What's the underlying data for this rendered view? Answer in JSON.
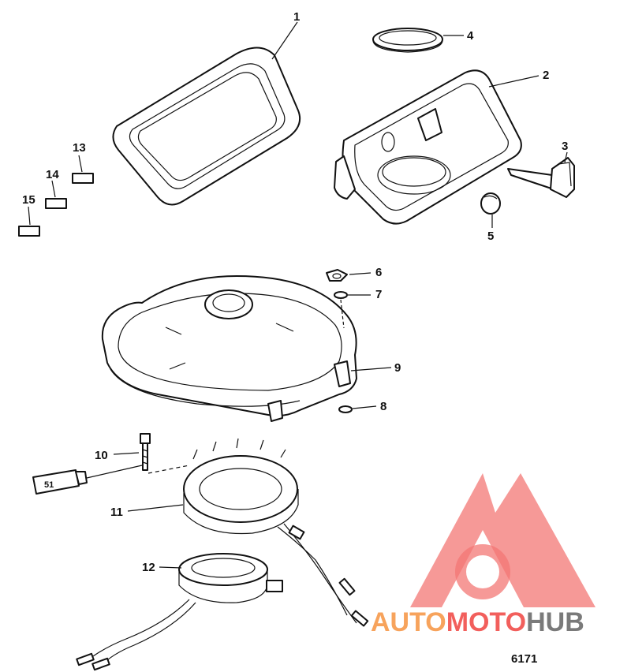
{
  "callouts": [
    "1",
    "2",
    "3",
    "4",
    "5",
    "6",
    "7",
    "8",
    "9",
    "10",
    "11",
    "12",
    "13",
    "14",
    "15"
  ],
  "sealant_label": "51",
  "drawing_number": "6171",
  "watermark": {
    "part1": "AUTO",
    "part2": "MOTO",
    "part3": "HUB",
    "color_orange": "#f7a35c",
    "color_red": "#f25f5c",
    "color_gray": "#7a7a7a"
  }
}
